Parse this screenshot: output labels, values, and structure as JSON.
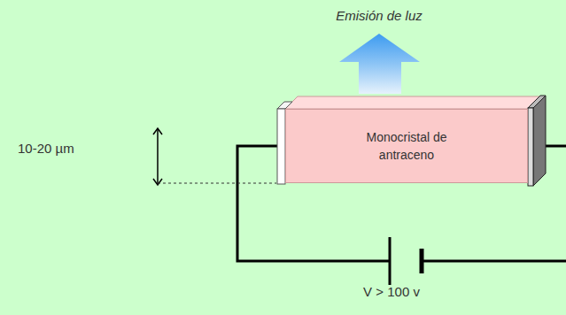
{
  "diagram": {
    "nodes": [
      {
        "text": [
          "Monocristal de antraceno"
        ]
      }
    ],
    "labels": [
      "Emisión de luz",
      "10-20 µm",
      "V > 100 v"
    ]
  }
}
